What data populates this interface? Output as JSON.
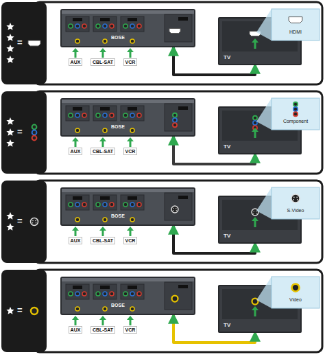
{
  "diagram": {
    "nodes": [
      {
        "text": [
          "BOSE"
        ]
      },
      {
        "text": [
          "TV"
        ]
      },
      {
        "text": [
          "BOSE"
        ]
      },
      {
        "text": [
          "TV"
        ]
      },
      {
        "text": [
          "BOSE"
        ]
      },
      {
        "text": [
          "TV"
        ]
      },
      {
        "text": [
          "BOSE"
        ]
      },
      {
        "text": [
          "TV"
        ]
      }
    ],
    "edges": [
      {
        "from": 0,
        "to": 1,
        "arrow": "both"
      },
      {
        "from": 2,
        "to": 3,
        "arrow": "both"
      },
      {
        "from": 4,
        "to": 5,
        "arrow": "both"
      },
      {
        "from": 6,
        "to": 7,
        "arrow": "both"
      }
    ],
    "labels": [
      "=",
      "AUX",
      "CBL-SAT",
      "VCR",
      "HDMI",
      "=",
      "AUX",
      "CBL-SAT",
      "VCR",
      "Component",
      "=",
      "AUX",
      "CBL-SAT",
      "VCR",
      "S-Video",
      "=",
      "AUX",
      "CBL-SAT",
      "VCR",
      "Video"
    ]
  }
}
